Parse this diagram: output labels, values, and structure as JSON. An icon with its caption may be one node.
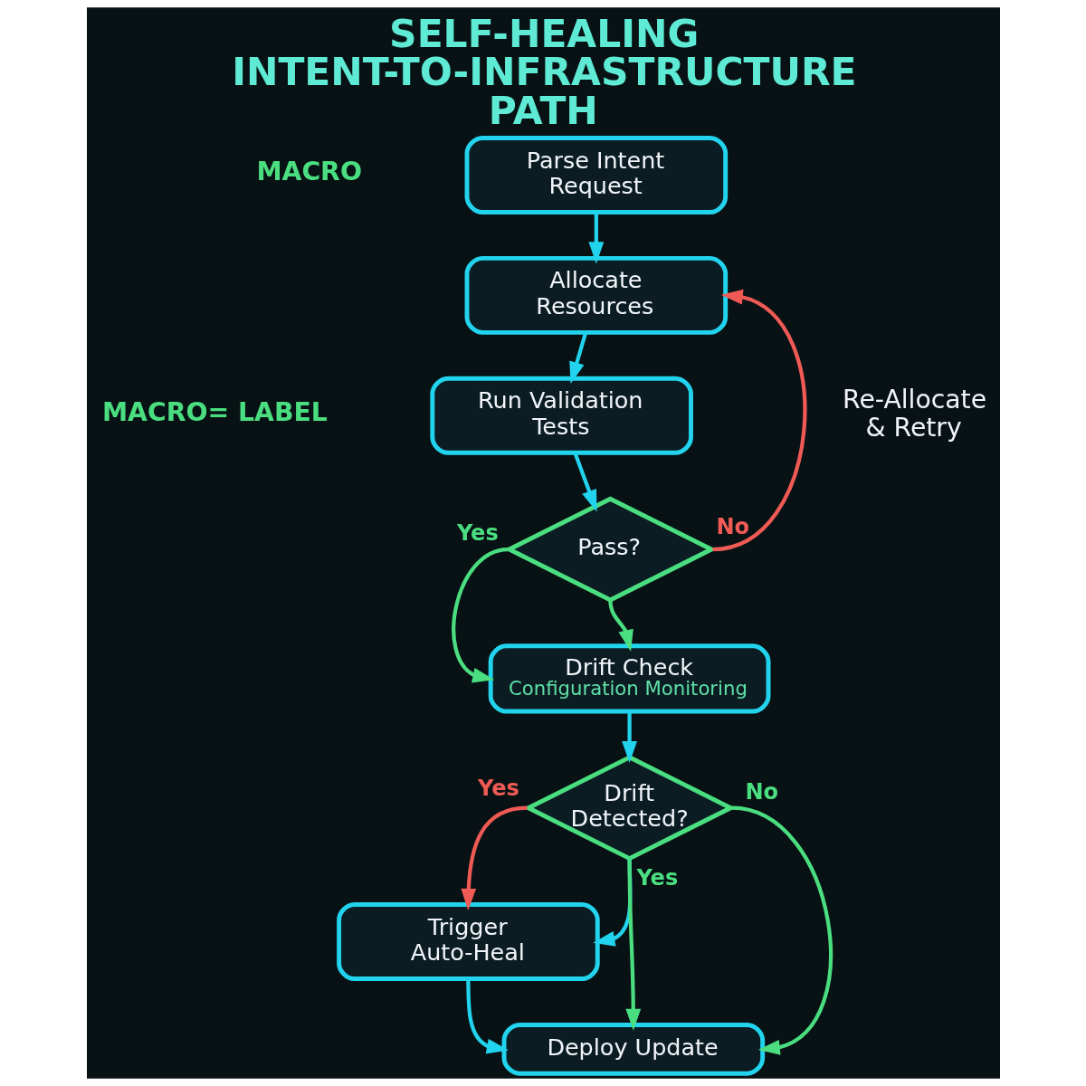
{
  "diagram": {
    "title": "SELF-HEALING INTENT-TO-INFRASTRUCTURE PATH",
    "nodes": [
      {
        "text": [
          "Parse Intent Request"
        ]
      },
      {
        "text": [
          "Allocate Resources"
        ]
      },
      {
        "text": [
          "Run Validation Tests"
        ]
      },
      {
        "text": [
          "Pass?"
        ]
      },
      {
        "text": [
          "Drift Check",
          "Configuration Monitoring"
        ]
      },
      {
        "text": [
          "Drift Detected?"
        ]
      },
      {
        "text": [
          "Trigger Auto-Heal"
        ]
      },
      {
        "text": [
          "Deploy Update"
        ]
      }
    ],
    "edges": [
      {
        "from": 0,
        "to": 1,
        "arrow": "to"
      },
      {
        "from": 1,
        "to": 2,
        "arrow": "to"
      },
      {
        "from": 2,
        "to": 3,
        "arrow": "to"
      },
      {
        "from": 3,
        "to": 1,
        "arrow": "to",
        "label": "No",
        "color": "#f05a55"
      },
      {
        "from": 3,
        "to": 4,
        "arrow": "to",
        "label": "Yes",
        "color": "#4ade80"
      },
      {
        "from": 3,
        "to": 4,
        "arrow": "to",
        "color": "#4ade80"
      },
      {
        "from": 4,
        "to": 5,
        "arrow": "to"
      },
      {
        "from": 5,
        "to": 6,
        "arrow": "to",
        "label": "Yes",
        "color": "#f05a55"
      },
      {
        "from": 5,
        "to": 7,
        "arrow": "to",
        "label": "No",
        "color": "#4ade80"
      },
      {
        "from": 5,
        "to": 7,
        "arrow": "to",
        "label": "Yes",
        "color": "#4ade80"
      },
      {
        "from": 5,
        "to": 6,
        "arrow": "to"
      },
      {
        "from": 6,
        "to": 7,
        "arrow": "to"
      }
    ],
    "labels": [
      "MACRO",
      "MACRO= LABEL",
      "Re-Allocate & Retry"
    ]
  }
}
